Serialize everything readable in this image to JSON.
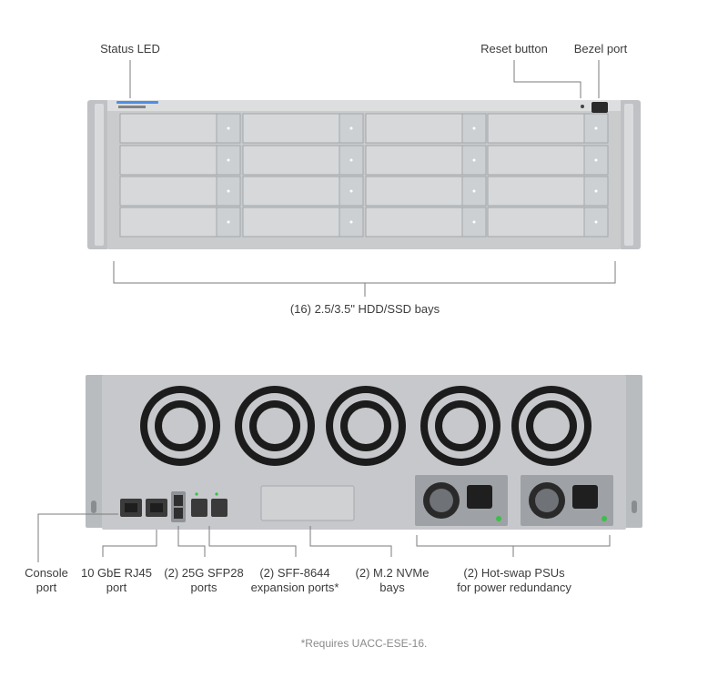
{
  "front": {
    "labels": {
      "status_led": "Status LED",
      "reset_button": "Reset button",
      "bezel_port": "Bezel port",
      "bays": "(16) 2.5/3.5\" HDD/SSD bays"
    }
  },
  "rear": {
    "labels": {
      "console_port": [
        "Console",
        "port"
      ],
      "rj45": [
        "10 GbE RJ45",
        "port"
      ],
      "sfp28": [
        "(2) 25G SFP28",
        "ports"
      ],
      "sff8644": [
        "(2) SFF-8644",
        "expansion ports*"
      ],
      "m2": [
        "(2) M.2 NVMe",
        "bays"
      ],
      "psu": [
        "(2) Hot-swap PSUs",
        "for power redundancy"
      ]
    }
  },
  "footnote": "*Requires UACC-ESE-16.",
  "colors": {
    "chassis": "#c9cbcd",
    "chassis_dark": "#a9acaf",
    "drive": "#d6d8da",
    "fan_ring": "#1c1c1c",
    "leader": "#7b7b7b",
    "status_led": "#4c8fe8",
    "psu_led": "#3bbf4a"
  }
}
